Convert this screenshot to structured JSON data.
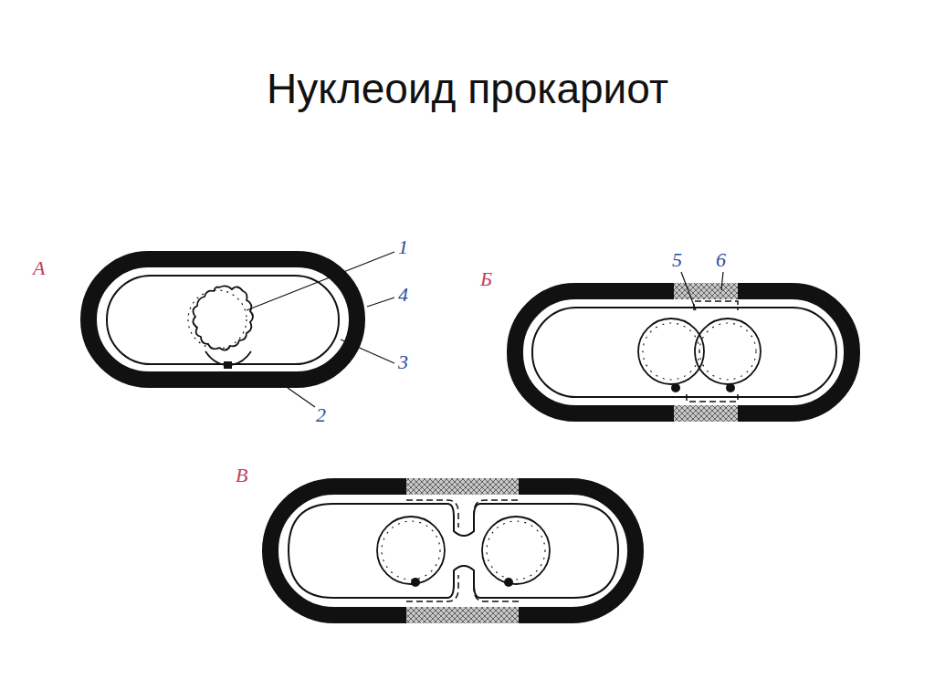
{
  "diagram": {
    "title": "Нуклеоид прокариот",
    "labels": [
      "А",
      "1",
      "4",
      "3",
      "2",
      "Б",
      "5",
      "6",
      "В"
    ]
  }
}
